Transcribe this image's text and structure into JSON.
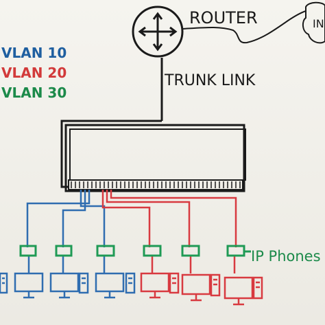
{
  "title_labels": {
    "router": "ROUTER",
    "internet_fragment": "IN",
    "trunk_link": "TRUNK LINK",
    "ip_phones": "IP Phones"
  },
  "legend": [
    {
      "label": "VLAN 10",
      "color": "#1f5fa0"
    },
    {
      "label": "VLAN 20",
      "color": "#d23a3a"
    },
    {
      "label": "VLAN 30",
      "color": "#1c8a4a"
    }
  ],
  "colors": {
    "marker_black": "#1a1a1a",
    "vlan10": "#2f6db0",
    "vlan20": "#d83a40",
    "vlan30": "#1f9a55"
  },
  "icons": {
    "router": "router-icon",
    "switch": "switch-icon",
    "phone": "ip-phone-icon",
    "computer": "computer-icon"
  }
}
